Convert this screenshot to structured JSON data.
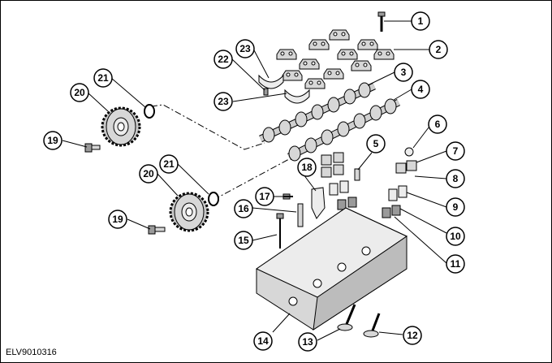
{
  "diagram": {
    "caption": "ELV9010316",
    "callouts": [
      {
        "id": "c1",
        "label": "1"
      },
      {
        "id": "c2",
        "label": "2"
      },
      {
        "id": "c3",
        "label": "3"
      },
      {
        "id": "c4",
        "label": "4"
      },
      {
        "id": "c5",
        "label": "5"
      },
      {
        "id": "c6",
        "label": "6"
      },
      {
        "id": "c7",
        "label": "7"
      },
      {
        "id": "c8",
        "label": "8"
      },
      {
        "id": "c9",
        "label": "9"
      },
      {
        "id": "c10",
        "label": "10"
      },
      {
        "id": "c11",
        "label": "11"
      },
      {
        "id": "c12",
        "label": "12"
      },
      {
        "id": "c13",
        "label": "13"
      },
      {
        "id": "c14",
        "label": "14"
      },
      {
        "id": "c15",
        "label": "15"
      },
      {
        "id": "c16",
        "label": "16"
      },
      {
        "id": "c17",
        "label": "17"
      },
      {
        "id": "c18",
        "label": "18"
      },
      {
        "id": "c19a",
        "label": "19"
      },
      {
        "id": "c19b",
        "label": "19"
      },
      {
        "id": "c20a",
        "label": "20"
      },
      {
        "id": "c20b",
        "label": "20"
      },
      {
        "id": "c21a",
        "label": "21"
      },
      {
        "id": "c21b",
        "label": "21"
      },
      {
        "id": "c22",
        "label": "22"
      },
      {
        "id": "c23a",
        "label": "23"
      },
      {
        "id": "c23b",
        "label": "23"
      }
    ]
  }
}
